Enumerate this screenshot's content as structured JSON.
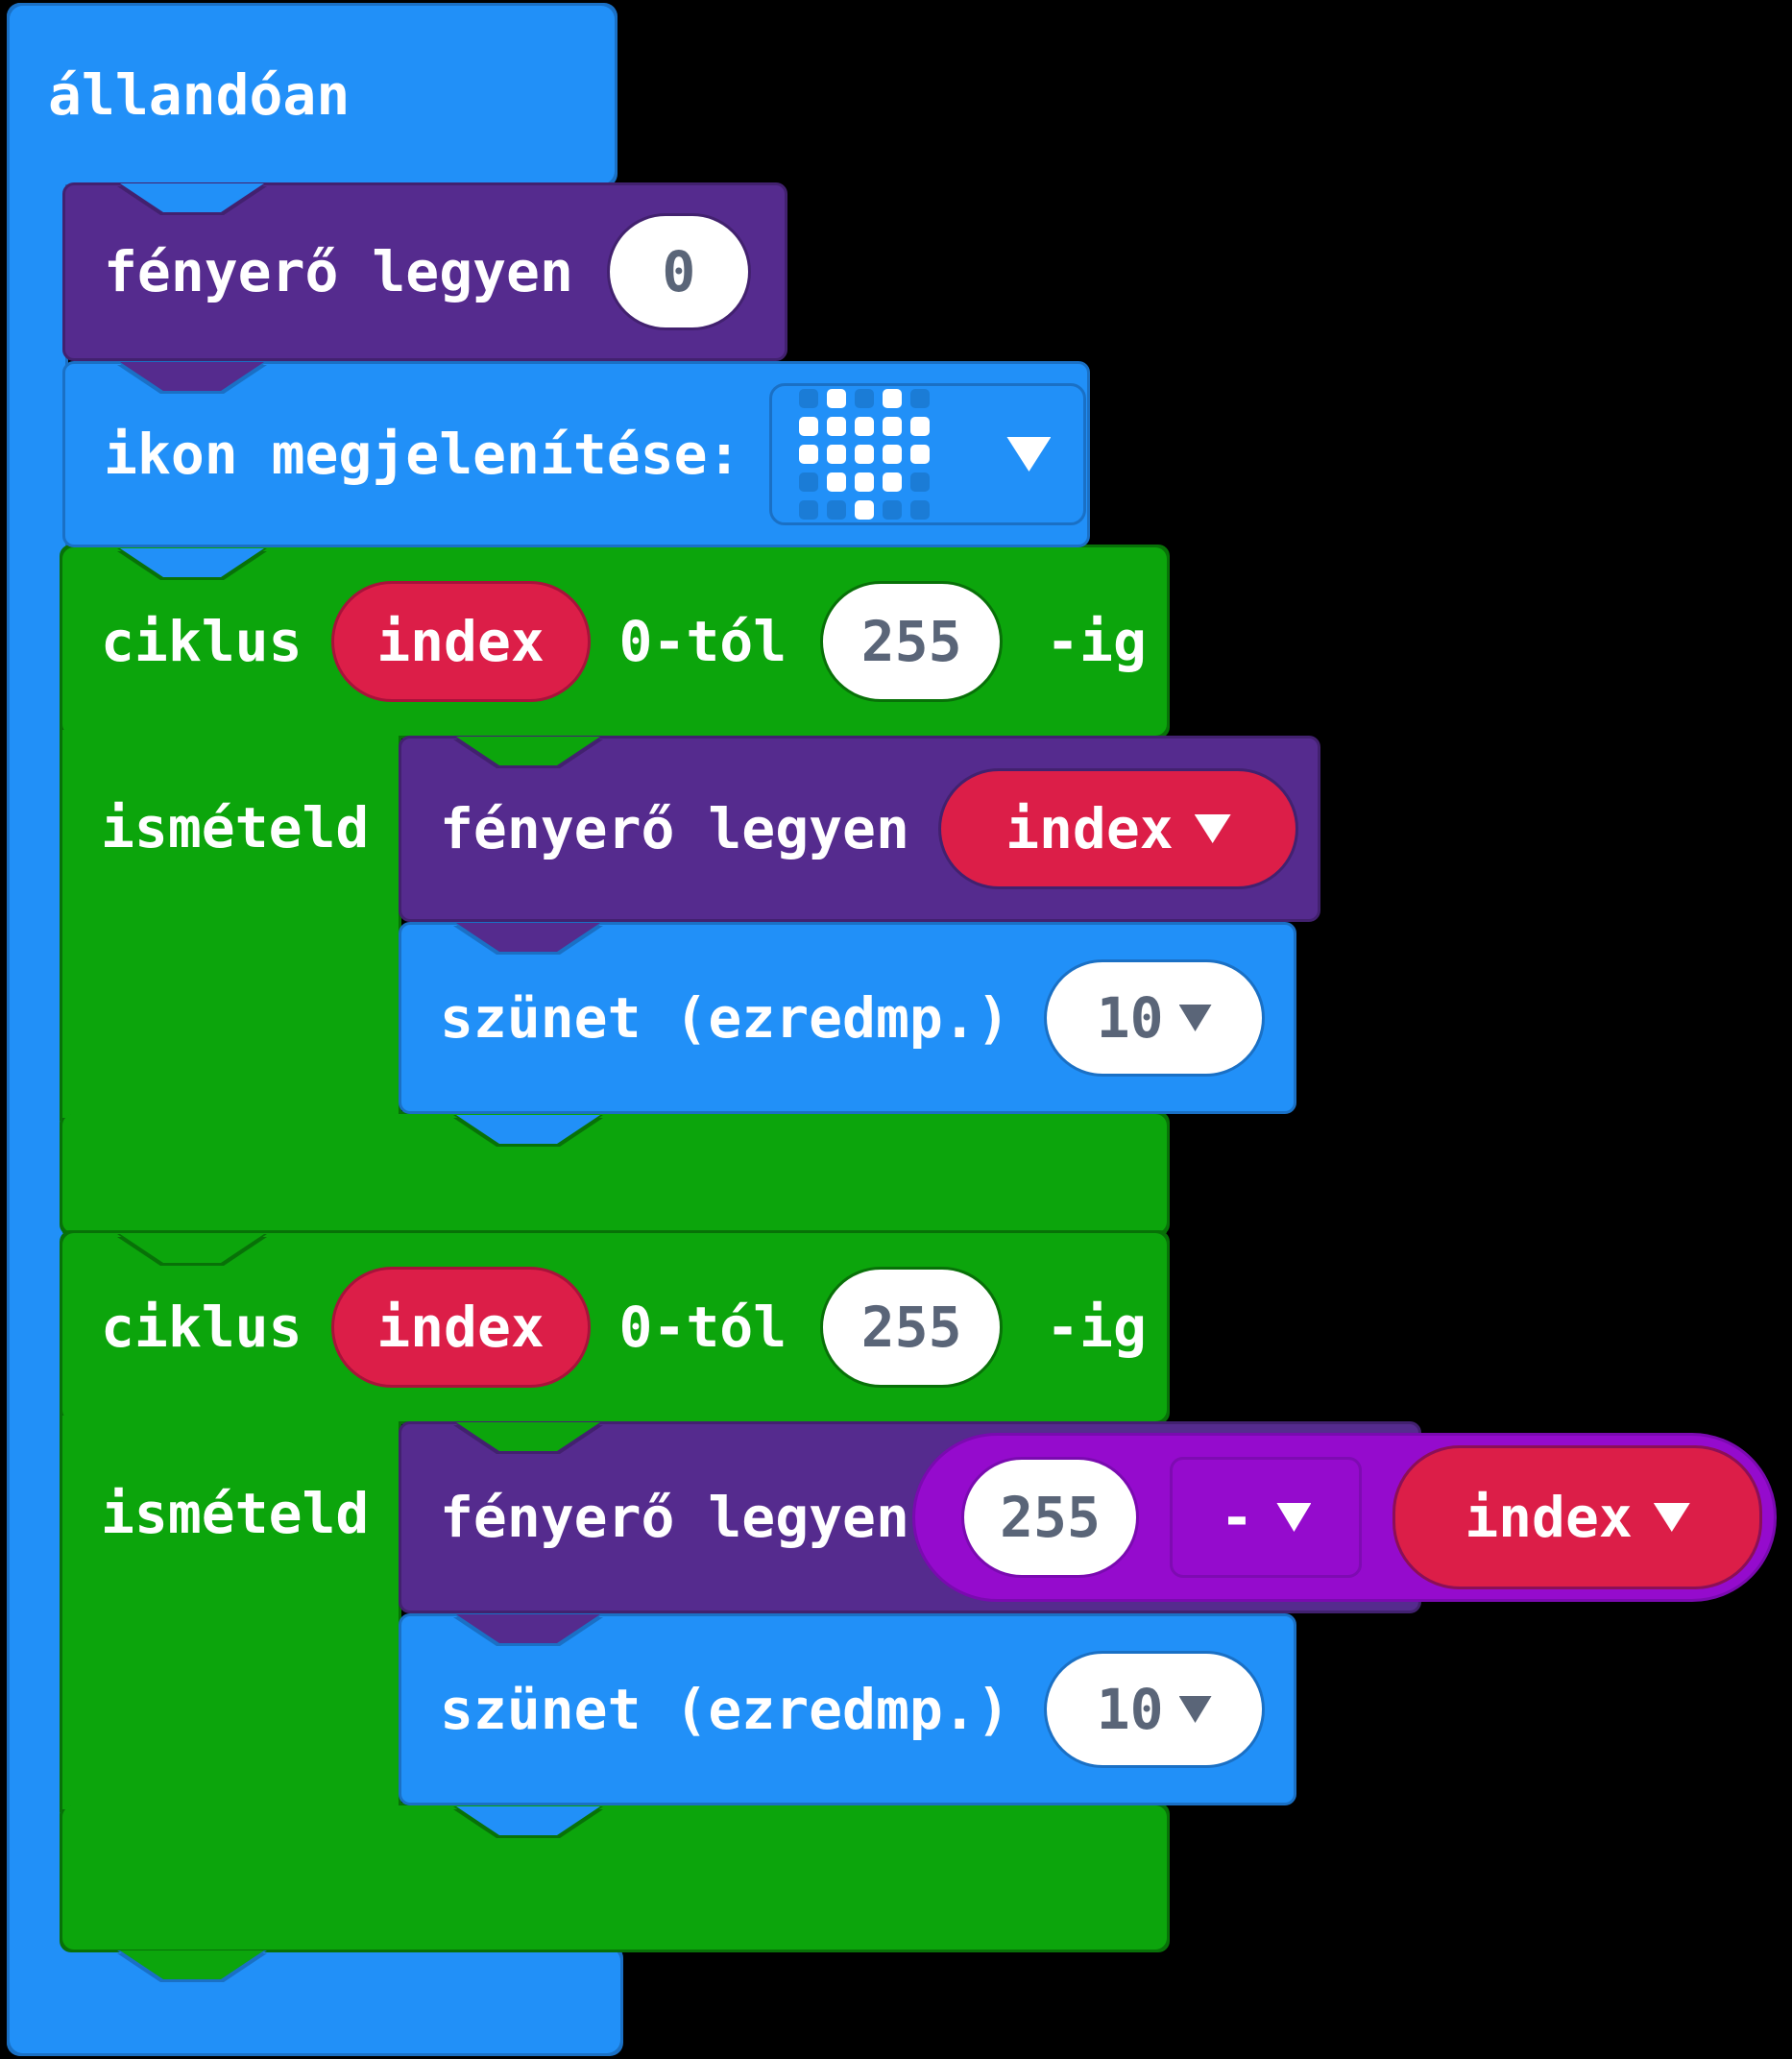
{
  "palette": {
    "canvas_bg": "#000000",
    "basic_blue": "#2190f8",
    "basic_blue_dark": "#1a70c5",
    "led_purple": "#552b8e",
    "led_purple_dark": "#42216f",
    "loop_green": "#0ca50c",
    "loop_green_dark": "#087108",
    "variable_red": "#dc1e48",
    "math_violet": "#950bcd",
    "field_text": "#5a6578",
    "led_off_cell": "#1b7cd6",
    "led_on_cell": "#ffffff"
  },
  "forever_block": {
    "label": "állandóan"
  },
  "set_brightness_block": {
    "label": "fényerő legyen",
    "value": "0"
  },
  "show_icon_block": {
    "label": "ikon megjelenítése:",
    "icon": "heart-icon",
    "pattern": [
      [
        0,
        1,
        0,
        1,
        0
      ],
      [
        1,
        1,
        1,
        1,
        1
      ],
      [
        1,
        1,
        1,
        1,
        1
      ],
      [
        0,
        1,
        1,
        1,
        0
      ],
      [
        0,
        0,
        1,
        0,
        0
      ]
    ]
  },
  "loop1": {
    "start_label": "ciklus",
    "variable": "index",
    "from_label": "0-tól",
    "to_value": "255",
    "to_suffix": "-ig",
    "do_label": "ismételd",
    "set_brightness": {
      "label": "fényerő legyen",
      "value": "index"
    },
    "pause": {
      "label": "szünet (ezredmp.)",
      "value": "10"
    }
  },
  "loop2": {
    "start_label": "ciklus",
    "variable": "index",
    "from_label": "0-tól",
    "to_value": "255",
    "to_suffix": "-ig",
    "do_label": "ismételd",
    "set_brightness": {
      "label": "fényerő legyen",
      "minuend": "255",
      "operator": "-",
      "subtrahend": "index"
    },
    "pause": {
      "label": "szünet (ezredmp.)",
      "value": "10"
    }
  }
}
